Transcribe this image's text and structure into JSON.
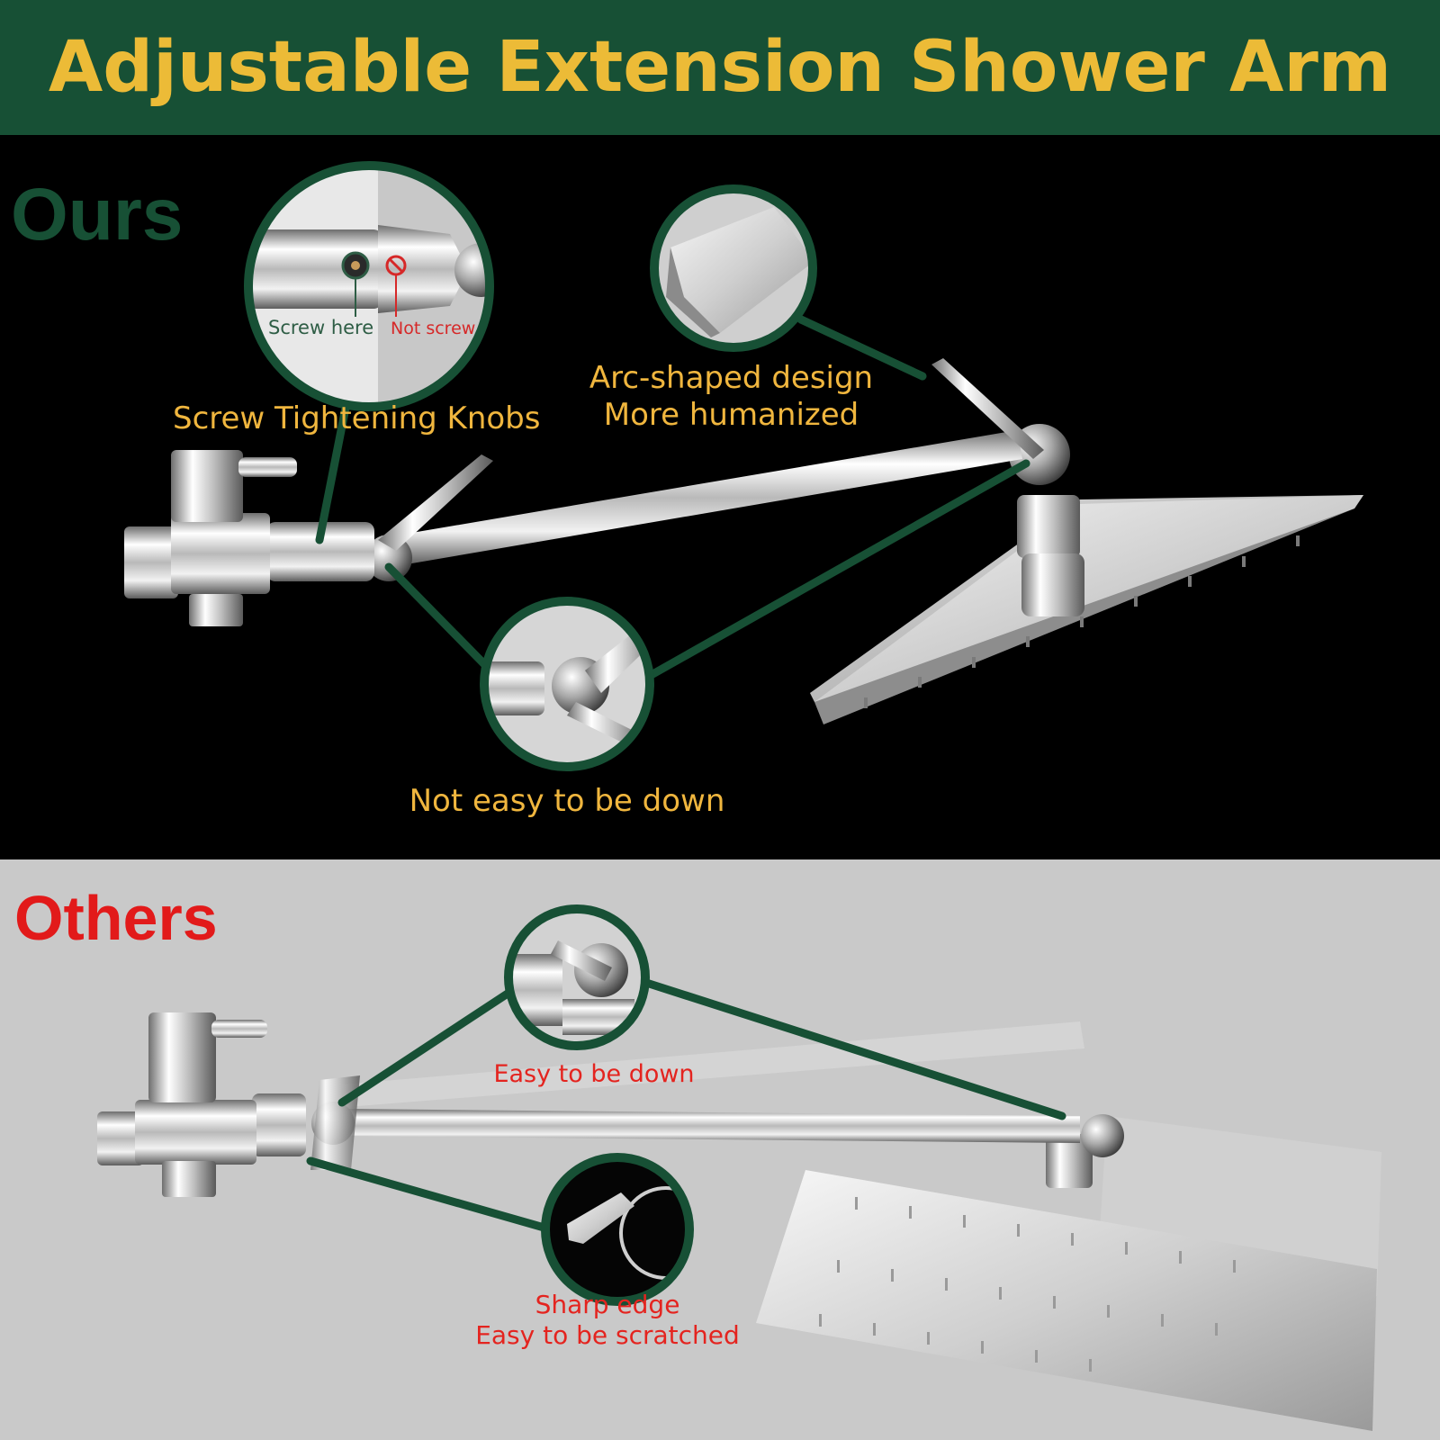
{
  "banner": {
    "title": "Adjustable Extension Shower Arm"
  },
  "ours": {
    "title": "Ours",
    "callout_screw": {
      "caption": "Screw Tightening Knobs",
      "screw_here": "Screw here",
      "not_screw": "Not screw"
    },
    "callout_arc": {
      "line1": "Arc-shaped design",
      "line2": "More humanized"
    },
    "callout_joint": {
      "caption": "Not easy to be down"
    }
  },
  "others": {
    "title": "Others",
    "callout_joint": {
      "caption": "Easy to be down"
    },
    "callout_edge": {
      "line1": "Sharp edge",
      "line2": "Easy to be scratched"
    }
  },
  "colors": {
    "banner_bg": "#175035",
    "banner_text": "#ecbb37",
    "ours_title": "#175035",
    "gold_caption": "#f0b63e",
    "others_title": "#e21a1a",
    "red_caption": "#e4241f",
    "callout_ring": "#175035"
  }
}
